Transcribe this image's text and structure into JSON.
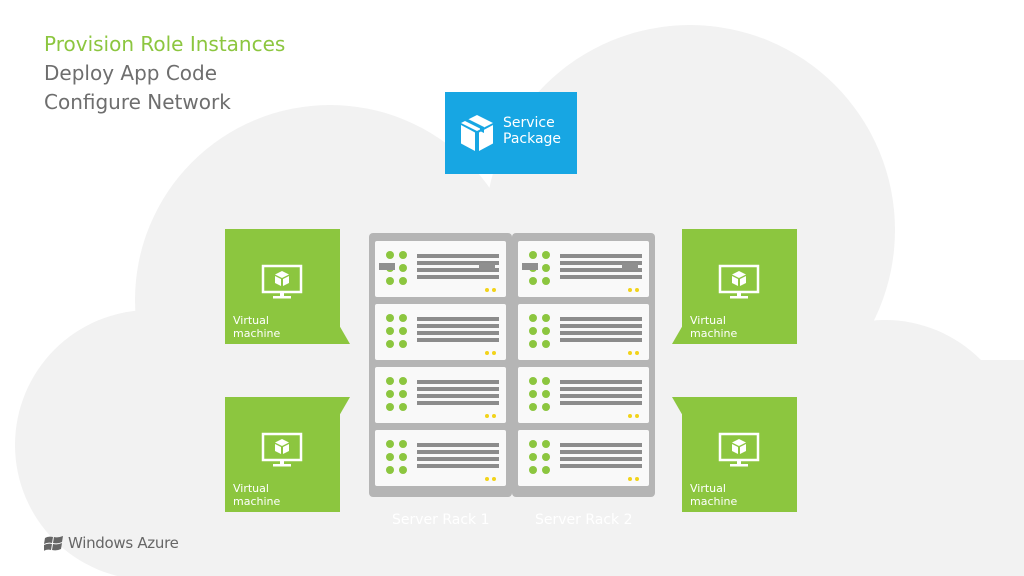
{
  "steps": [
    {
      "label": "Provision Role Instances",
      "active": true
    },
    {
      "label": "Deploy App Code",
      "active": false
    },
    {
      "label": "Configure Network",
      "active": false
    }
  ],
  "service_package": {
    "line1": "Service",
    "line2": "Package",
    "icon": "package-box-icon"
  },
  "virtual_machines": [
    {
      "label": "Virtual\nmachine",
      "icon": "monitor-icon"
    },
    {
      "label": "Virtual\nmachine",
      "icon": "monitor-icon"
    },
    {
      "label": "Virtual\nmachine",
      "icon": "monitor-icon"
    },
    {
      "label": "Virtual\nmachine",
      "icon": "monitor-icon"
    }
  ],
  "racks": [
    {
      "label": "Server Rack 1",
      "servers": 4
    },
    {
      "label": "Server Rack 2",
      "servers": 4
    }
  ],
  "brand": {
    "text": "Windows Azure",
    "icon": "windows-flag-icon"
  },
  "colors": {
    "accent_green": "#8cc63f",
    "service_blue": "#17a6e3",
    "step_gray": "#6e6e6e",
    "cloud_gray": "#f2f2f2",
    "rack_gray": "#b5b5b5",
    "led_amber": "#f2d31b"
  }
}
